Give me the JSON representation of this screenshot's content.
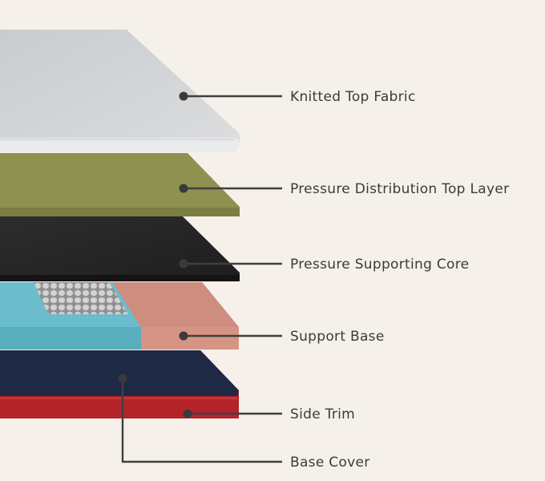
{
  "labels": {
    "knitted_top_fabric": "Knitted Top Fabric",
    "pressure_distribution_top_layer": "Pressure Distribution Top Layer",
    "pressure_supporting_core": "Pressure Supporting Core",
    "support_base": "Support Base",
    "side_trim": "Side Trim",
    "base_cover": "Base Cover"
  },
  "colors": {
    "background": "#f5f0ea",
    "leader_line": "#3f3f3f",
    "knitted_fabric": "#d2d4d6",
    "distribution_layer": "#8e9150",
    "core": "#262626",
    "support_cyan": "#6bbdcb",
    "support_pink": "#cf8d80",
    "coils": "#c4c4c4",
    "base_cover": "#1f2844",
    "side_trim": "#b5232a"
  }
}
